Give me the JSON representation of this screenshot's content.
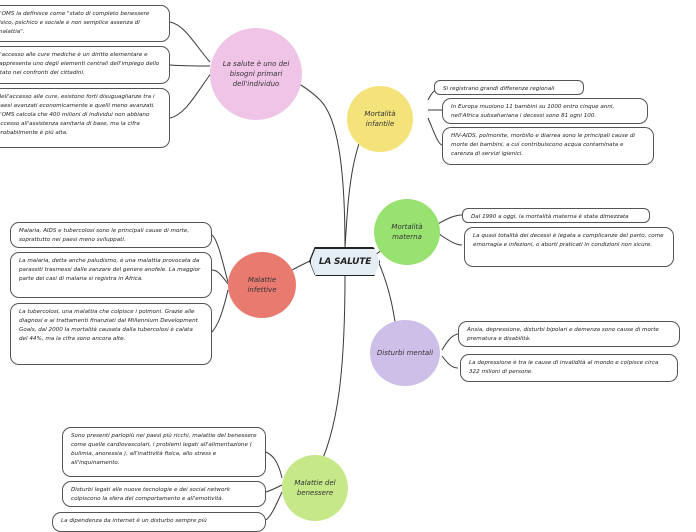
{
  "title": "LA SALUTE",
  "colors": {
    "pink": "#f0c4e6",
    "yellow": "#f4e37b",
    "green": "#98e271",
    "purple": "#cdbfe8",
    "red": "#e97a70",
    "lightgreen": "#c6e889"
  },
  "topics": {
    "individuo": {
      "label": "La salute è uno dei bisogni primari dell'individuo",
      "notes": [
        "L'OMS la definisce come \"stato di completo benessere fisico, psichico e sociale e non semplice assenza di malattia\".",
        "L'accesso alle cure mediche è un diritto elementare e rappresenta uno degli elementi centrali dell'impiego dello stato nei confronti dei cittadini.",
        "Nell'accesso alle cure, esistono forti disuguaglianze tra i paesi avanzati economicamente e quelli meno avanzati. L'OMS calcola che 400 milioni di individui non abbiano accesso all'assistenza sanitaria di base, ma la cifra probabilmente è più alta."
      ]
    },
    "infantile": {
      "label": "Mortalità infantile",
      "notes": [
        "Si registrano grandi differenze regionali",
        "In Europa muoiono 11 bambini su 1000 entro cinque anni, nell'Africa subsahariana i decessi sono 81 ogni 100.",
        "HIV-AIDS, polmonite, morbillo e diarrea sono le principali cause di morte dei bambini, a cui contribuiscono acqua contaminata e carenza di servizi igienici."
      ]
    },
    "materna": {
      "label": "Mortalità materna",
      "notes": [
        "Dal 1990 a oggi, la mortalità materna è stata dimezzata",
        "La quasi totalità dei decessi è legata a complicanze del parto, come emorragia e infezioni, o aborti praticati in condizioni non sicure."
      ]
    },
    "mentali": {
      "label": "Disturbi mentali",
      "notes": [
        "Ansia, depressione, disturbi bipolari e demenza sono cause di morte prematura e disabilità.",
        "La depressione è tra le cause di invalidità al mondo e colpisce circa 322 milioni di persone."
      ]
    },
    "infettive": {
      "label": "Malattie infettive",
      "notes": [
        "Malaria, AIDS e tubercolosi sono le principali cause di morte, soprattutto nei paesi meno sviluppati.",
        "La malaria, detta anche paludismo, è una malattia provocata da parassiti trasmessi dalle zanzare del genere anofele. La maggior parte dei casi di malaria si registra in Africa.",
        "La tubercolosi, una malattia che colpisce i polmoni. Grazie alle diagnosi e ai trattamenti finanziati dal Millennium Development Goals, dal 2000 la mortalità causata dalla tubercolosi è calata del 44%, ma la cifra sono ancora alte."
      ]
    },
    "benessere": {
      "label": "Malattie del benessere",
      "notes": [
        "Sono presenti parlopiù nei paesi più ricchi, malattie del benessere come quelle cardiovascolari, i problemi legati all'alimentazione ( bulimia, anoressia ), all'inattività fisica, allo stress e all'inquinamento.",
        "Disturbi legati alle nuove tecnologie e dei social network colpiscono la sfera del comportamento e all'emotività.",
        "La dipendenza da internet è un disturbo sempre più"
      ]
    }
  }
}
